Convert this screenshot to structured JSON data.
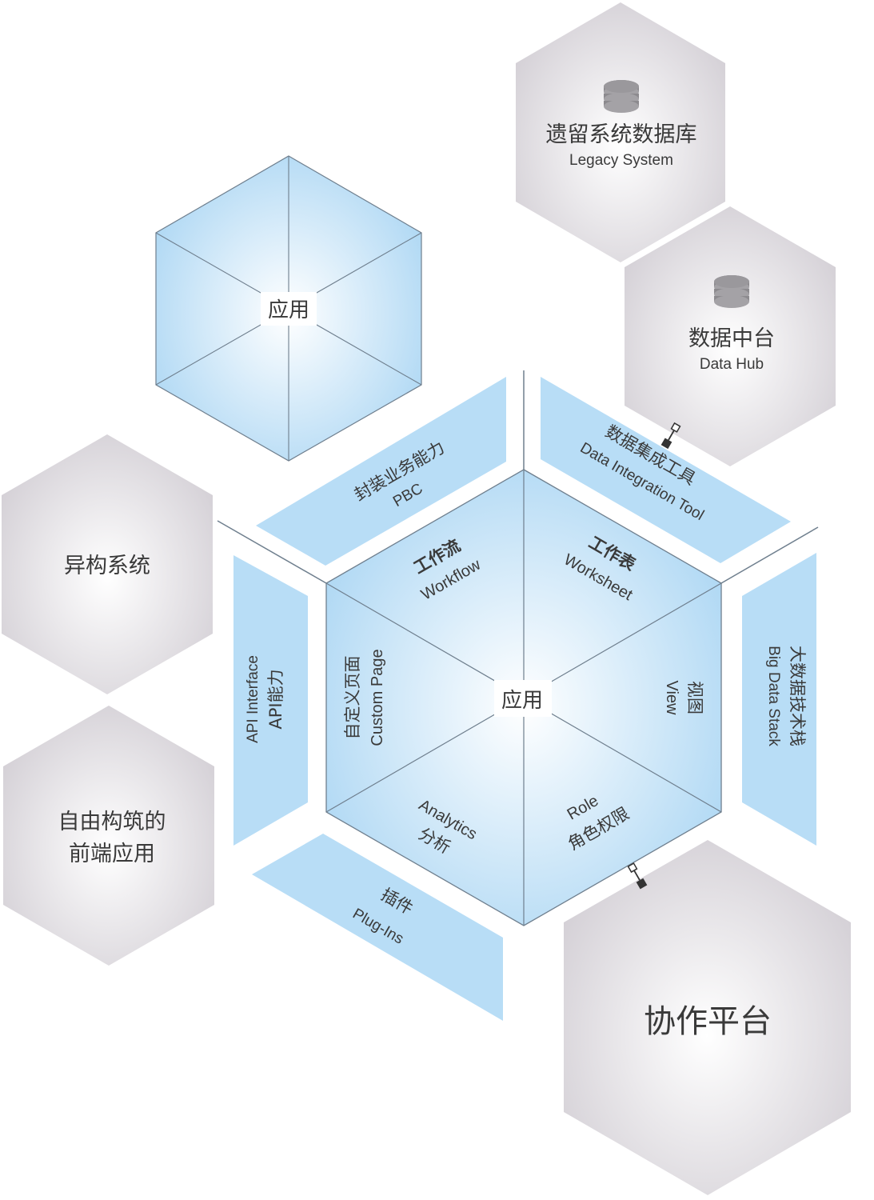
{
  "colors": {
    "gray_hex_center": "#ffffff",
    "gray_hex_edge": "#d6d2d8",
    "blue_hex_center": "#ffffff",
    "blue_hex_edge": "#aed8f4",
    "band_fill": "#b8ddf6",
    "edge_stroke": "#6f7f8e",
    "text": "#3a3a3a"
  },
  "top_cube": {
    "label": "应用"
  },
  "legacy_system": {
    "zh": "遗留系统数据库",
    "en": "Legacy System",
    "icon": "database-icon"
  },
  "data_hub": {
    "zh": "数据中台",
    "en": "Data Hub",
    "icon": "database-icon"
  },
  "heterogeneous": {
    "zh": "异构系统"
  },
  "frontend": {
    "line1": "自由构筑的",
    "line2": "前端应用"
  },
  "collab": {
    "zh": "协作平台"
  },
  "bands": {
    "pbc": {
      "zh": "封装业务能力",
      "en": "PBC"
    },
    "dit": {
      "zh": "数据集成工具",
      "en": "Data Integration Tool"
    },
    "bigdata": {
      "zh": "大数据技术栈",
      "en": "Big Data Stack"
    },
    "plugins": {
      "zh": "插件",
      "en": "Plug-Ins"
    },
    "api": {
      "en": "API Interface",
      "zh": "API能力"
    }
  },
  "main_hex": {
    "center": "应用",
    "workflow": {
      "zh": "工作流",
      "en": "Workflow"
    },
    "worksheet": {
      "zh": "工作表",
      "en": "Worksheet"
    },
    "view": {
      "zh": "视图",
      "en": "View"
    },
    "role": {
      "en": "Role",
      "zh": "角色权限"
    },
    "analytics": {
      "en": "Analytics",
      "zh": "分析"
    },
    "custom_page": {
      "zh": "自定义页面",
      "en": "Custom Page"
    }
  }
}
